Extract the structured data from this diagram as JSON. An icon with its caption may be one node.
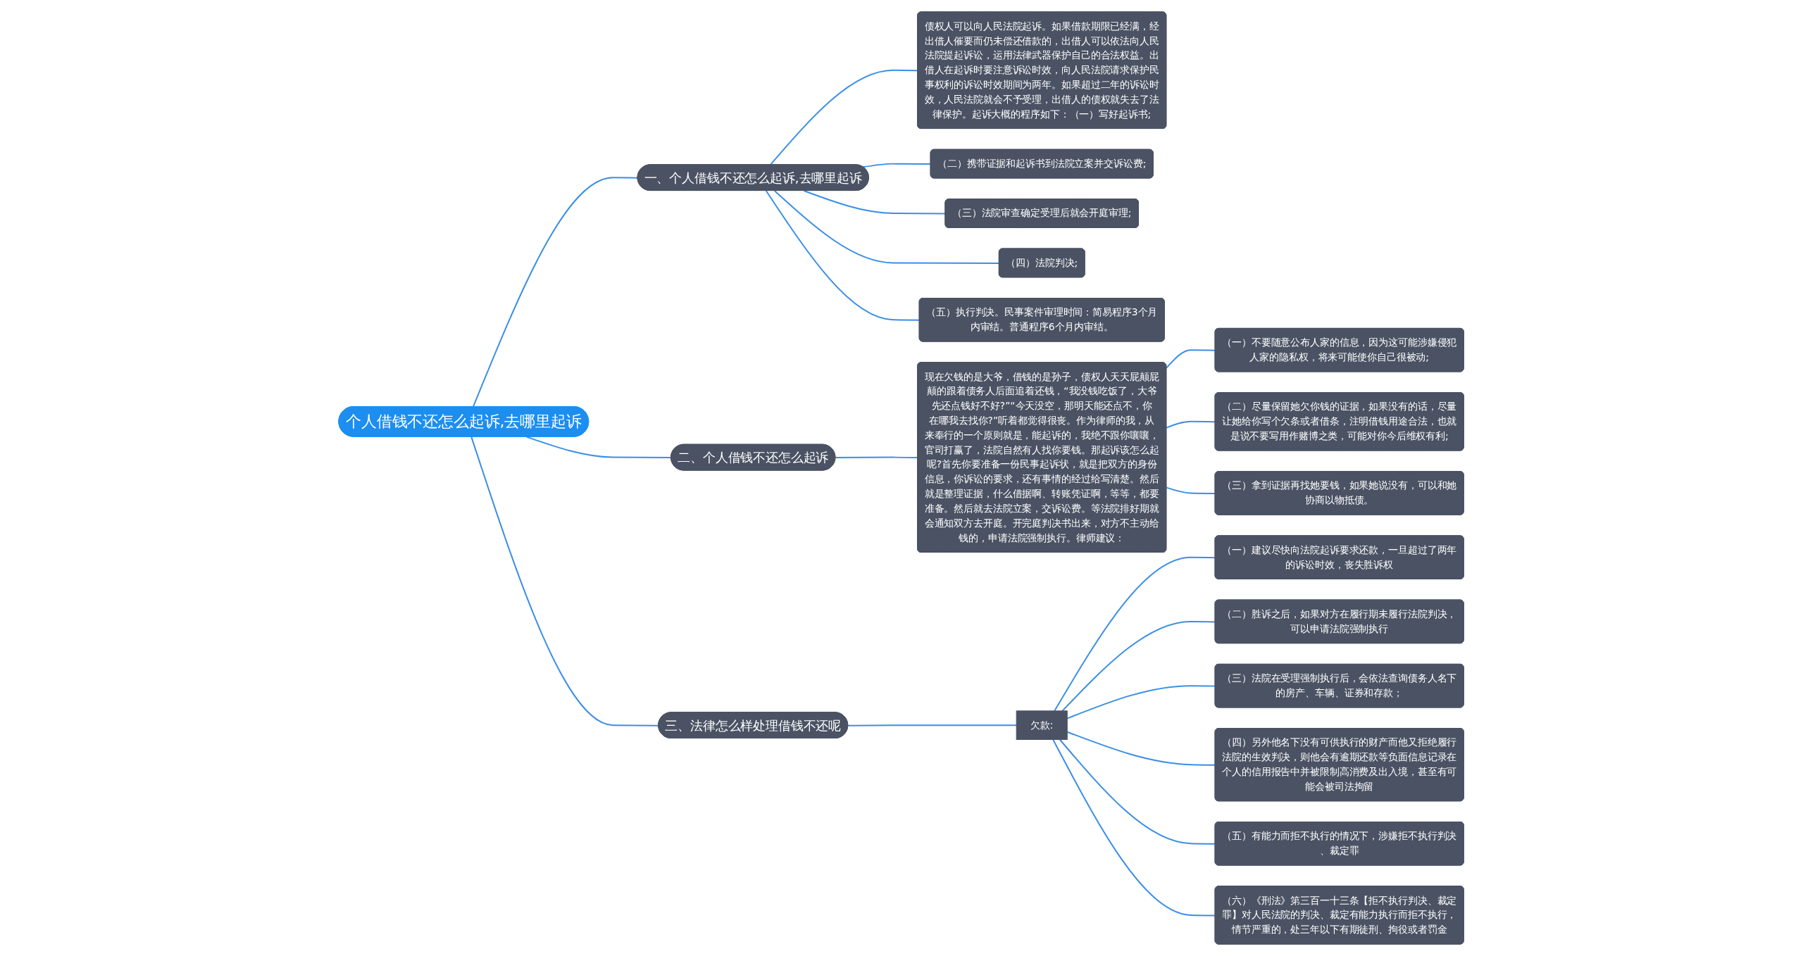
{
  "diagram": {
    "nodes": [
      {
        "text": [
          "个人借钱不还怎么起诉,去哪里起诉"
        ]
      },
      {
        "text": [
          "一、个人借钱不还怎么起诉,去哪里起诉"
        ]
      },
      {
        "text": [
          "债权人可以向人民法院起诉。如果借款期限已经满，经出借人催要而仍未偿还借款的，出借人可以依法向人民法院提起诉讼，运用法律武器保护自己的合法权益。出借人在起诉时要注意诉讼时效，向人民法院请求保护民事权利的诉讼时效期间为两年。如果超过二年的诉讼时效，人民法院就会不予受理，出借人的债权就失去了法律保护。起诉大概的程序如下：（一）写好起诉书;"
        ]
      },
      {
        "text": [
          "（二）携带证据和起诉书到法院立案并交诉讼费;"
        ]
      },
      {
        "text": [
          "（三）法院审查确定受理后就会开庭审理;"
        ]
      },
      {
        "text": [
          "（四）法院判决;"
        ]
      },
      {
        "text": [
          "（五）执行判决。民事案件审理时间：简易程序3个月内审结。普通程序6个月内审结。"
        ]
      },
      {
        "text": [
          "二、个人借钱不还怎么起诉"
        ]
      },
      {
        "text": [
          "现在欠钱的是大爷，借钱的是孙子，债权人天天屁颠屁颠的跟着债务人后面追着还钱，“我没钱吃饭了，大爷先还点钱好不好?”“今天没空，那明天能还点不，你在哪我去找你?”听着都觉得很丧。作为律师的我，从来奉行的一个原则就是，能起诉的，我绝不跟你嚷嚷，官司打赢了，法院自然有人找你要钱。那起诉该怎么起呢?首先你要准备一份民事起诉状，就是把双方的身份信息，你诉讼的要求，还有事情的经过给写清楚。然后就是整理证据，什么借据啊、转账凭证啊，等等，都要准备。然后就去法院立案，交诉讼费。等法院排好期就会通知双方去开庭。开完庭判决书出来，对方不主动给钱的，申请法院强制执行。律师建议："
        ]
      },
      {
        "text": [
          "（一）不要随意公布人家的信息，因为这可能涉嫌侵犯人家的隐私权，将来可能使你自己很被动;"
        ]
      },
      {
        "text": [
          "（二）尽量保留她欠你钱的证据，如果没有的话，尽量让她给你写个欠条或者借条，注明借钱用途合法，也就是说不要写用作赌博之类，可能对你今后维权有利;"
        ]
      },
      {
        "text": [
          "（三）拿到证据再找她要钱，如果她说没有，可以和她协商以物抵债。"
        ]
      },
      {
        "text": [
          "三、法律怎么样处理借钱不还呢"
        ]
      },
      {
        "text": [
          "欠款:"
        ]
      },
      {
        "text": [
          "（一）建议尽快向法院起诉要求还款，一旦超过了两年的诉讼时效，丧失胜诉权"
        ]
      },
      {
        "text": [
          "（二）胜诉之后，如果对方在履行期未履行法院判决，可以申请法院强制执行"
        ]
      },
      {
        "text": [
          "（三）法院在受理强制执行后，会依法查询债务人名下的房产、车辆、证券和存款；"
        ]
      },
      {
        "text": [
          "（四）另外他名下没有可供执行的财产而他又拒绝履行法院的生效判决，则他会有逾期还款等负面信息记录在个人的信用报告中并被限制高消费及出入境，甚至有可能会被司法拘留"
        ]
      },
      {
        "text": [
          "（五）有能力而拒不执行的情况下，涉嫌拒不执行判决、裁定罪"
        ]
      },
      {
        "text": [
          "（六）《刑法》第三百一十三条【拒不执行判决、裁定罪】对人民法院的判决、裁定有能力执行而拒不执行，情节严重的，处三年以下有期徒刑、拘役或者罚金"
        ]
      }
    ],
    "edges": [
      {
        "from": 0,
        "to": 1,
        "arrow": "none"
      },
      {
        "from": 1,
        "to": 2,
        "arrow": "none"
      },
      {
        "from": 1,
        "to": 3,
        "arrow": "none"
      },
      {
        "from": 1,
        "to": 4,
        "arrow": "none"
      },
      {
        "from": 1,
        "to": 5,
        "arrow": "none"
      },
      {
        "from": 1,
        "to": 6,
        "arrow": "none"
      },
      {
        "from": 0,
        "to": 7,
        "arrow": "none"
      },
      {
        "from": 7,
        "to": 8,
        "arrow": "none"
      },
      {
        "from": 8,
        "to": 9,
        "arrow": "none"
      },
      {
        "from": 8,
        "to": 10,
        "arrow": "none"
      },
      {
        "from": 8,
        "to": 11,
        "arrow": "none"
      },
      {
        "from": 0,
        "to": 12,
        "arrow": "none"
      },
      {
        "from": 12,
        "to": 13,
        "arrow": "none"
      },
      {
        "from": 13,
        "to": 14,
        "arrow": "none"
      },
      {
        "from": 13,
        "to": 15,
        "arrow": "none"
      },
      {
        "from": 13,
        "to": 16,
        "arrow": "none"
      },
      {
        "from": 13,
        "to": 17,
        "arrow": "none"
      },
      {
        "from": 13,
        "to": 18,
        "arrow": "none"
      },
      {
        "from": 13,
        "to": 19,
        "arrow": "none"
      }
    ]
  }
}
